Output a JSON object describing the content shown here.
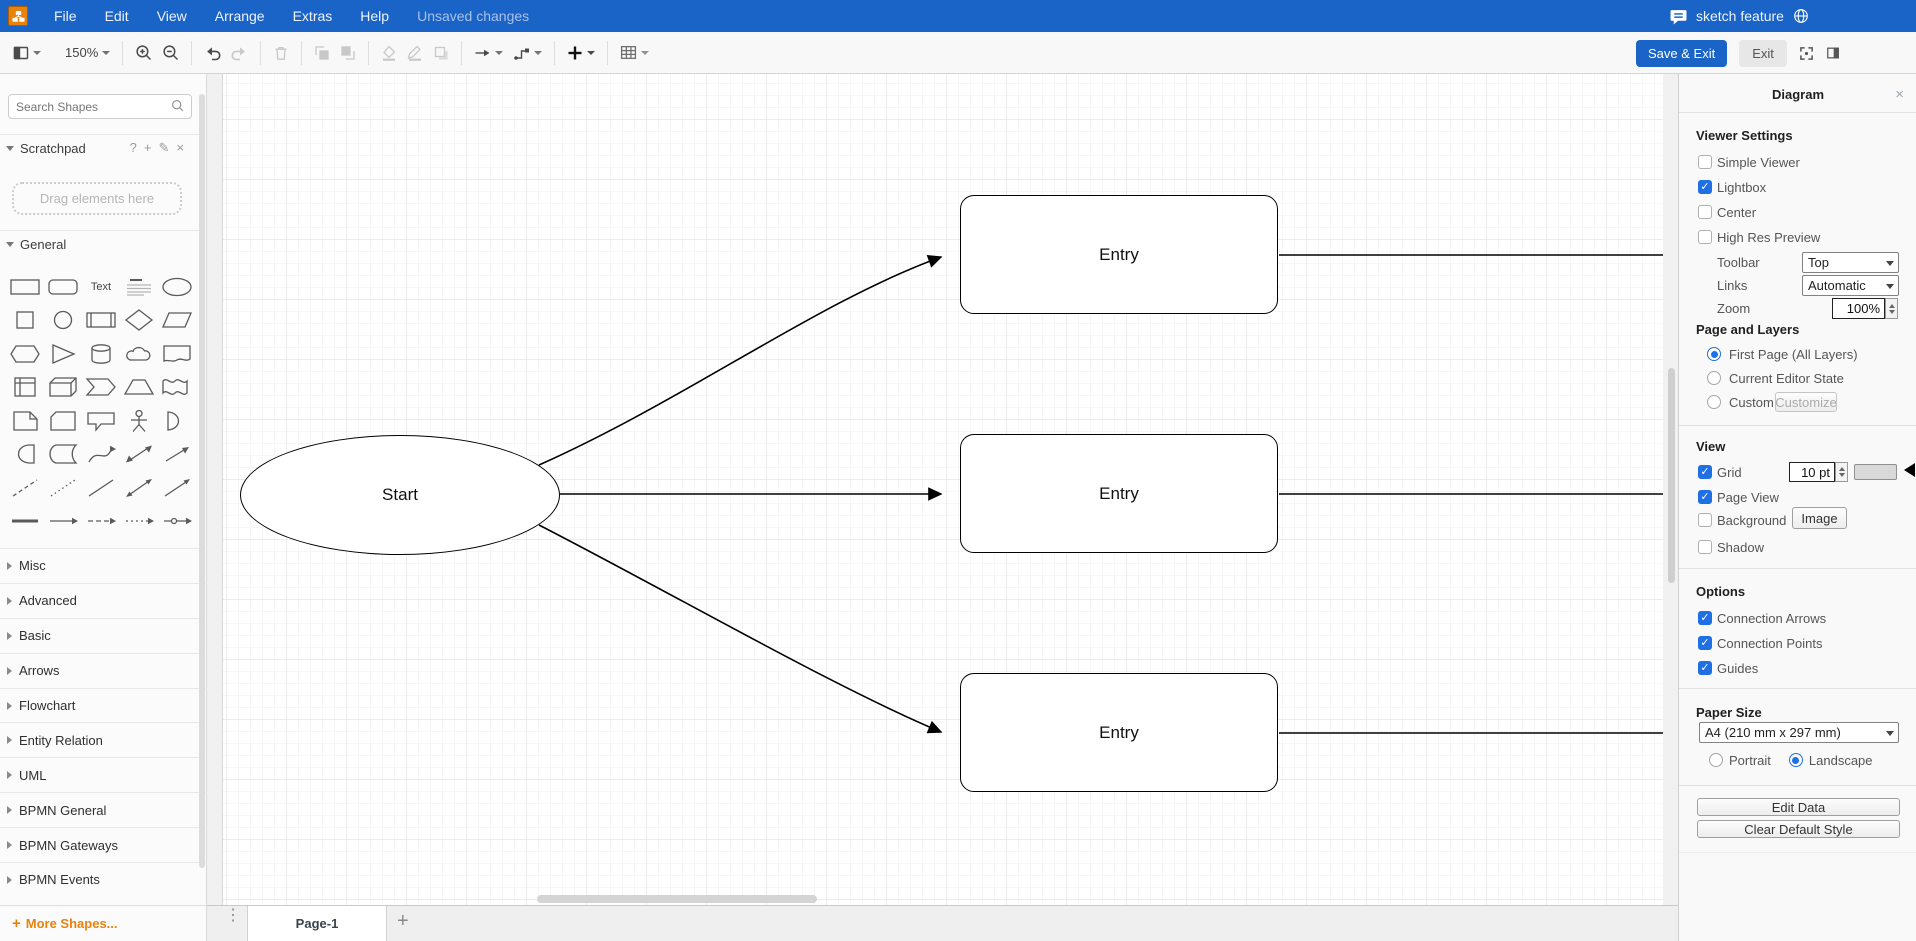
{
  "colors": {
    "accent_blue": "#1a63c7",
    "control_blue": "#1f6fe5",
    "orange": "#e8820c"
  },
  "menubar": {
    "logo_icon": "drawio-logo",
    "items": [
      "File",
      "Edit",
      "View",
      "Arrange",
      "Extras",
      "Help"
    ],
    "status": "Unsaved changes",
    "right": {
      "comment_icon": "comment-icon",
      "label": "sketch feature",
      "globe_icon": "globe-icon"
    }
  },
  "toolbar": {
    "zoom_level": "150%",
    "icons": [
      "view-toggle",
      "zoom-in",
      "zoom-out",
      "undo",
      "redo",
      "delete",
      "to-front",
      "to-back",
      "fill-color",
      "line-color",
      "shadow",
      "connection",
      "waypoints",
      "insert",
      "table",
      "fullscreen",
      "format-panel"
    ],
    "save_exit_label": "Save & Exit",
    "exit_label": "Exit"
  },
  "sidebar": {
    "search_placeholder": "Search Shapes",
    "scratchpad": {
      "title": "Scratchpad",
      "help_icon": "?",
      "add_icon": "+",
      "edit_icon": "✎",
      "close_icon": "×",
      "hint": "Drag elements here"
    },
    "general_title": "General",
    "shapes": [
      "rectangle",
      "rounded-rectangle",
      "text",
      "textbox",
      "ellipse",
      "square",
      "circle",
      "process",
      "diamond",
      "parallelogram",
      "hexagon",
      "triangle",
      "cylinder",
      "cloud",
      "document",
      "internal-storage",
      "cube",
      "step",
      "trapezoid",
      "tape",
      "note",
      "card",
      "callout",
      "actor",
      "or",
      "and",
      "data-storage",
      "curve",
      "bidirectional-arrow",
      "arrow",
      "dashed-line",
      "dotted-line",
      "line",
      "bidirectional-connector",
      "directional-connector",
      "bold-horizontal-line",
      "horizontal-arrow",
      "dashed-horizontal-arrow",
      "dotted-horizontal-arrow",
      "link"
    ],
    "text_shape_label": "Text",
    "sections": [
      "Misc",
      "Advanced",
      "Basic",
      "Arrows",
      "Flowchart",
      "Entity Relation",
      "UML",
      "BPMN General",
      "BPMN Gateways",
      "BPMN Events"
    ],
    "more_shapes": "More Shapes..."
  },
  "canvas": {
    "nodes": [
      {
        "label": "Start",
        "shape": "ellipse"
      },
      {
        "label": "Entry",
        "shape": "rounded-rectangle"
      },
      {
        "label": "Entry",
        "shape": "rounded-rectangle"
      },
      {
        "label": "Entry",
        "shape": "rounded-rectangle"
      }
    ]
  },
  "panel": {
    "title": "Diagram",
    "close_icon": "×",
    "viewer": {
      "title": "Viewer Settings",
      "checkboxes": [
        {
          "label": "Simple Viewer",
          "checked": false
        },
        {
          "label": "Lightbox",
          "checked": true
        },
        {
          "label": "Center",
          "checked": false
        },
        {
          "label": "High Res Preview",
          "checked": false
        }
      ],
      "toolbar_label": "Toolbar",
      "toolbar_value": "Top",
      "links_label": "Links",
      "links_value": "Automatic",
      "zoom_label": "Zoom",
      "zoom_value": "100%"
    },
    "page_layers": {
      "title": "Page and Layers",
      "radios": [
        {
          "label": "First Page (All Layers)",
          "selected": true
        },
        {
          "label": "Current Editor State",
          "selected": false
        },
        {
          "label": "Custom",
          "selected": false
        }
      ],
      "customize_label": "Customize"
    },
    "view": {
      "title": "View",
      "grid_label": "Grid",
      "grid_checked": true,
      "grid_size": "10 pt",
      "page_view_label": "Page View",
      "page_view_checked": true,
      "background_label": "Background",
      "background_checked": false,
      "image_button": "Image",
      "shadow_label": "Shadow",
      "shadow_checked": false
    },
    "options": {
      "title": "Options",
      "checkboxes": [
        {
          "label": "Connection Arrows",
          "checked": true
        },
        {
          "label": "Connection Points",
          "checked": true
        },
        {
          "label": "Guides",
          "checked": true
        }
      ]
    },
    "paper": {
      "title": "Paper Size",
      "value": "A4 (210 mm x 297 mm)",
      "portrait_label": "Portrait",
      "landscape_label": "Landscape",
      "landscape_selected": true
    },
    "buttons": {
      "edit_data": "Edit Data",
      "clear_default_style": "Clear Default Style"
    }
  },
  "footer": {
    "page_tab": "Page-1",
    "add_page_icon": "+",
    "pages_menu_icon": "⋮"
  }
}
